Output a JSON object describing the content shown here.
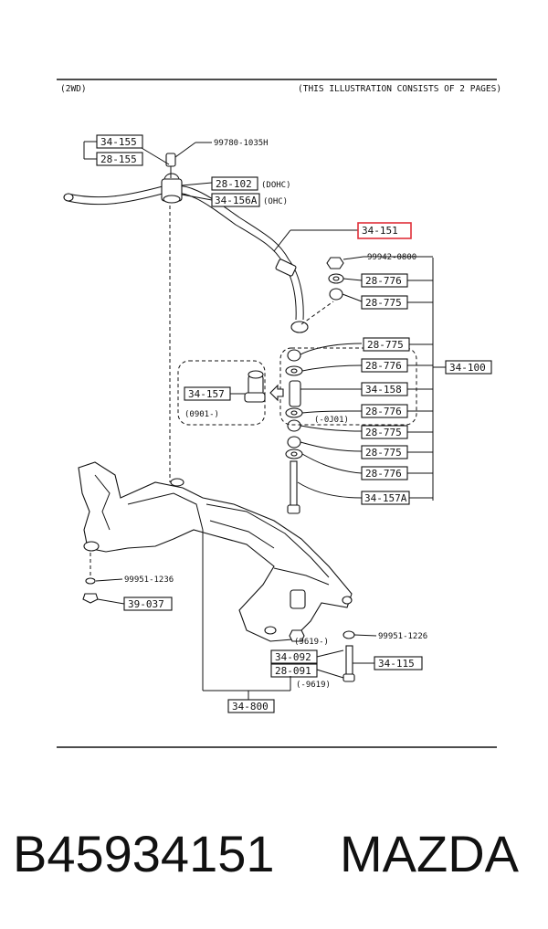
{
  "header": {
    "left": "(2WD)",
    "right": "(THIS ILLUSTRATION CONSISTS OF  2 PAGES)"
  },
  "labels": {
    "p34_155": "34-155",
    "p28_155": "28-155",
    "bolt_99780": "99780-1035H",
    "p28_102": "28-102",
    "dohc": "(DOHC)",
    "p34_156a": "34-156A",
    "ohc": "(OHC)",
    "p34_151": "34-151",
    "nut_99942": "99942-0800",
    "p28_776_a": "28-776",
    "p28_775_a": "28-775",
    "p28_775_b": "28-775",
    "p28_776_b": "28-776",
    "p34_100": "34-100",
    "p34_157": "34-157",
    "range_0901": "(0901-)",
    "p34_158": "34-158",
    "p28_776_c": "28-776",
    "range_0j01": "(-0J01)",
    "p28_775_c": "28-775",
    "p28_775_d": "28-775",
    "p28_776_d": "28-776",
    "p34_157a": "34-157A",
    "nut_99951_l": "99951-1236",
    "p39_037": "39-037",
    "range_9619a": "(9619-)",
    "nut_99951_r": "99951-1226",
    "p34_092": "34-092",
    "p34_115": "34-115",
    "p28_091": "28-091",
    "range_9619b": "(-9619)",
    "p34_800": "34-800"
  },
  "footer": {
    "part_number": "B45934151",
    "brand": "MAZDA"
  },
  "colors": {
    "highlight": "#e0303a",
    "ink": "#111111"
  }
}
